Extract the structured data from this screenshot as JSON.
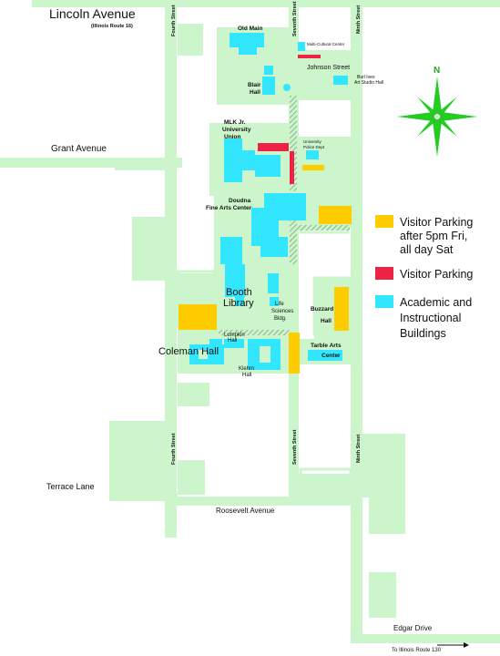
{
  "colors": {
    "green": "#ccf5cc",
    "green_soft": "#d8f6d8",
    "cyan": "#33e6ff",
    "orange": "#ffcc00",
    "red": "#ee2244",
    "hatch": "#7f9f7f",
    "compass": "#22cc22",
    "label": "#111111"
  },
  "streets": {
    "lincoln": "Lincoln Avenue",
    "lincoln_sub": "(Illinois Route 16)",
    "grant": "Grant Avenue",
    "johnson": "Johnson Street",
    "terrace": "Terrace Lane",
    "roosevelt": "Roosevelt Avenue",
    "edgar": "Edgar Drive",
    "route130": "To Illinois Route 130",
    "fourth": "Fourth Street",
    "seventh": "Seventh Street",
    "ninth": "Ninth Street"
  },
  "buildings": {
    "old_main": "Old Main",
    "multicultural": "Multi-Cultural Center",
    "burl_ives_1": "Burl Ives",
    "burl_ives_2": "Art Studio Hall",
    "blair_1": "Blair",
    "blair_2": "Hall",
    "mlk_1": "MLK Jr.",
    "mlk_2": "University",
    "mlk_3": "Union",
    "police_1": "University",
    "police_2": "Police Dept",
    "doudna_1": "Doudna",
    "doudna_2": "Fine Arts Center",
    "booth_1": "Booth",
    "booth_2": "Library",
    "life_1": "Life",
    "life_2": "Sciences",
    "life_3": "Bldg.",
    "buzzard_1": "Buzzard",
    "buzzard_2": "Hall",
    "lumpkin_1": "Lumpkin",
    "lumpkin_2": "Hall",
    "coleman": "Coleman Hall",
    "klehm_1": "Klehm",
    "klehm_2": "Hall",
    "tarble_1": "Tarble Arts",
    "tarble_2": "Center"
  },
  "compass": {
    "north": "N"
  },
  "legend": [
    {
      "lines": [
        "Visitor Parking",
        "after 5pm Fri,",
        "all day Sat"
      ],
      "color": "#ffcc00"
    },
    {
      "lines": [
        "Visitor Parking"
      ],
      "color": "#ee2244"
    },
    {
      "lines": [
        "Academic and",
        "Instructional",
        "Buildings"
      ],
      "color": "#33e6ff"
    }
  ]
}
